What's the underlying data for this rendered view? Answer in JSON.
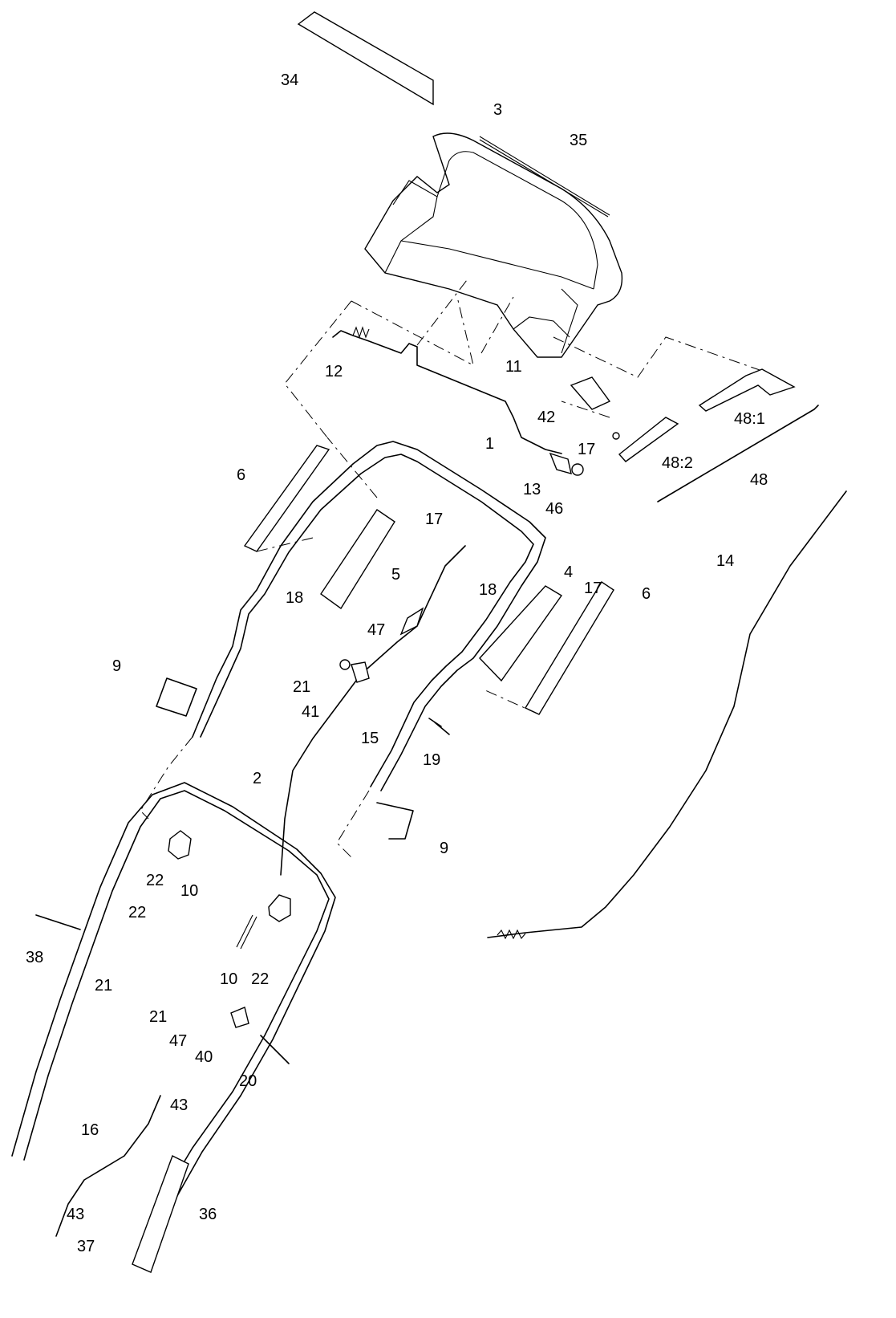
{
  "callouts": {
    "c34": "34",
    "c3": "3",
    "c35": "35",
    "c12": "12",
    "c11": "11",
    "c42": "42",
    "c48_1": "48:1",
    "c17a": "17",
    "c48_2": "48:2",
    "c1": "1",
    "c13": "13",
    "c46": "46",
    "c48": "48",
    "c6a": "6",
    "c17b": "17",
    "c14": "14",
    "c5": "5",
    "c18a": "18",
    "c4": "4",
    "c17c": "17",
    "c6b": "6",
    "c18b": "18",
    "c47a": "47",
    "c9a": "9",
    "c21a": "21",
    "c41": "41",
    "c15": "15",
    "c19": "19",
    "c2": "2",
    "c9b": "9",
    "c22a": "22",
    "c10a": "10",
    "c22b": "22",
    "c38": "38",
    "c21b": "21",
    "c10b": "10",
    "c22c": "22",
    "c21c": "21",
    "c47b": "47",
    "c40": "40",
    "c20": "20",
    "c43a": "43",
    "c16": "16",
    "c43b": "43",
    "c36": "36",
    "c37": "37"
  }
}
